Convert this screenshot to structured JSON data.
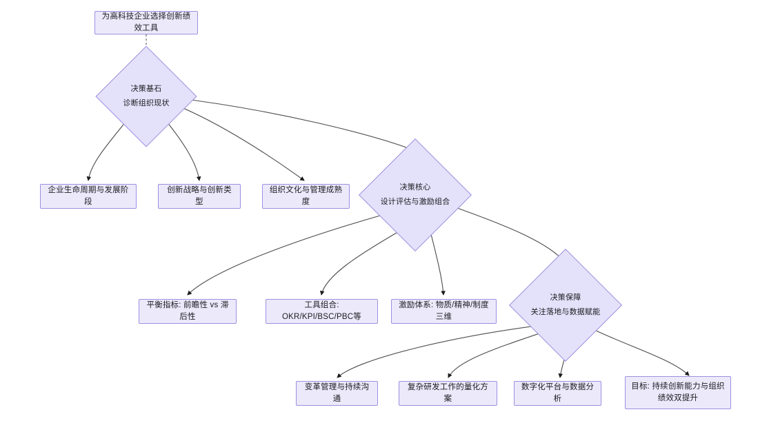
{
  "diagram": {
    "title_node": {
      "label": "为高科技企业选择创新绩效工具"
    },
    "decision_nodes": [
      {
        "id": "d1",
        "line1": "决策基石",
        "line2": "诊断组织现状"
      },
      {
        "id": "d2",
        "line1": "决策核心",
        "line2": "设计评估与激励组合"
      },
      {
        "id": "d3",
        "line1": "决策保障",
        "line2": "关注落地与数据赋能"
      }
    ],
    "process_nodes": [
      {
        "id": "p1",
        "label": "企业生命周期与发展阶段"
      },
      {
        "id": "p2",
        "label": "创新战略与创新类型"
      },
      {
        "id": "p3",
        "label": "组织文化与管理成熟度"
      },
      {
        "id": "p4",
        "label": "平衡指标: 前瞻性 vs 滞后性"
      },
      {
        "id": "p5",
        "label": "工具组合: OKR/KPI/BSC/PBC等"
      },
      {
        "id": "p6",
        "label": "激励体系: 物质/精神/制度三维"
      },
      {
        "id": "p7",
        "label": "变革管理与持续沟通"
      },
      {
        "id": "p8",
        "label": "复杂研发工作的量化方案"
      },
      {
        "id": "p9",
        "label": "数字化平台与数据分析"
      },
      {
        "id": "p10",
        "label": "目标: 持续创新能力与组织绩效双提升"
      }
    ],
    "colors": {
      "node_fill": "#ECE9FB",
      "decision_fill": "#E4E1FA",
      "node_border": "#9D8FE0",
      "edge_stroke": "#4a4a4a",
      "text": "#1b1b1f",
      "background": "#ffffff"
    },
    "edges": [
      {
        "from": "title_node",
        "to": "d1",
        "style": "dashed"
      },
      {
        "from": "d1",
        "to": "p1",
        "style": "solid"
      },
      {
        "from": "d1",
        "to": "p2",
        "style": "solid"
      },
      {
        "from": "d1",
        "to": "p3",
        "style": "solid"
      },
      {
        "from": "d1",
        "to": "d2",
        "style": "solid"
      },
      {
        "from": "d2",
        "to": "p4",
        "style": "solid"
      },
      {
        "from": "d2",
        "to": "p5",
        "style": "solid"
      },
      {
        "from": "d2",
        "to": "p6",
        "style": "solid"
      },
      {
        "from": "d2",
        "to": "d3",
        "style": "solid"
      },
      {
        "from": "d3",
        "to": "p7",
        "style": "solid"
      },
      {
        "from": "d3",
        "to": "p8",
        "style": "solid"
      },
      {
        "from": "d3",
        "to": "p9",
        "style": "solid"
      },
      {
        "from": "d3",
        "to": "p10",
        "style": "solid"
      }
    ]
  }
}
